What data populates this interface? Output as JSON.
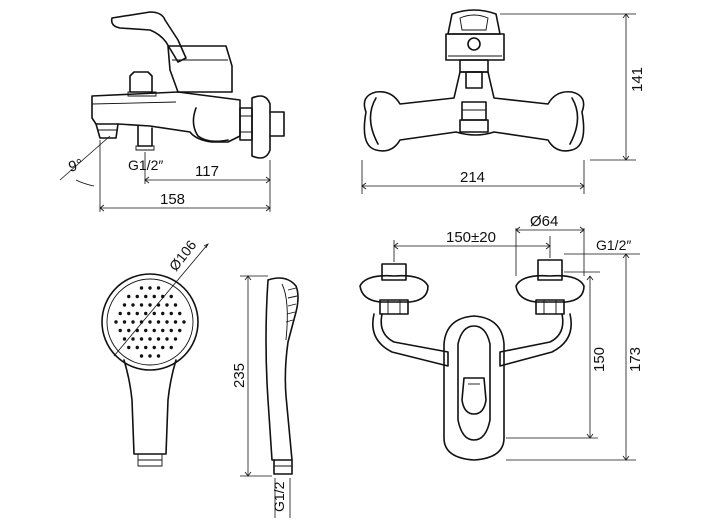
{
  "views": {
    "side": {
      "angle": "9°",
      "thread": "G1/2″",
      "depth": "117",
      "length": "158"
    },
    "front": {
      "height": "141",
      "width": "214"
    },
    "hand_shower_front": {
      "diameter": "Ø106"
    },
    "hand_shower_side": {
      "length": "235",
      "thread": "G1/2"
    },
    "top": {
      "spacing": "150±20",
      "eccentric": "Ø64",
      "thread": "G1/2″",
      "height_inner": "150",
      "height_outer": "173"
    }
  }
}
